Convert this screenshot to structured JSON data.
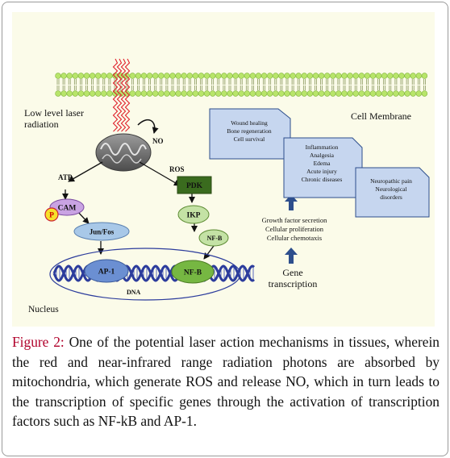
{
  "diagram": {
    "labels": {
      "laser": "Low level laser radiation",
      "no": "NO",
      "ros": "ROS",
      "atp": "ATP",
      "p": "P",
      "cam": "CAM",
      "pdk": "PDK",
      "jun_fos": "Jun/Fos",
      "ikp": "IKP",
      "nfb_small": "NF-B",
      "ap1": "AP-1",
      "nfb": "NF-B",
      "dna": "DNA",
      "nucleus": "Nucleus",
      "cell_membrane": "Cell Membrane",
      "gene_transcription": "Gene transcription",
      "growth": [
        "Growth factor secretion",
        "Cellular proliferation",
        "Cellular chemotaxis"
      ],
      "box1": [
        "Wound healing",
        "Bone regeneration",
        "Cell survival"
      ],
      "box2": [
        "Inflammation",
        "Analgesia",
        "Edema",
        "Acute injury",
        "Chronic diseases"
      ],
      "box3": [
        "Neuropathic pain",
        "Neurological",
        "disorders"
      ]
    },
    "colors": {
      "membrane_head": "#b8e56a",
      "membrane_head_edge": "#7fb33b",
      "laser": "#e0202a",
      "cam": "#c9a3e3",
      "pdk": "#3a6b1e",
      "jun_fos": "#a8c8e8",
      "ap1": "#6b8fd2",
      "nfb": "#76b742",
      "ikp": "#c4e2a5",
      "p": "#f7e02a",
      "dna": "#2c3c9c",
      "effect_box": "#c6d6ef",
      "up_arrow": "#2d4e8c"
    }
  },
  "caption": {
    "label": "Figure 2:",
    "text": " One of the potential laser action mechanisms in tissues, wherein the red and near-infrared range radiation photons are absorbed by mitochondria, which generate ROS and release NO, which in turn leads to the transcription of specific genes through the activation of transcription factors such as NF-kB and AP-1."
  }
}
